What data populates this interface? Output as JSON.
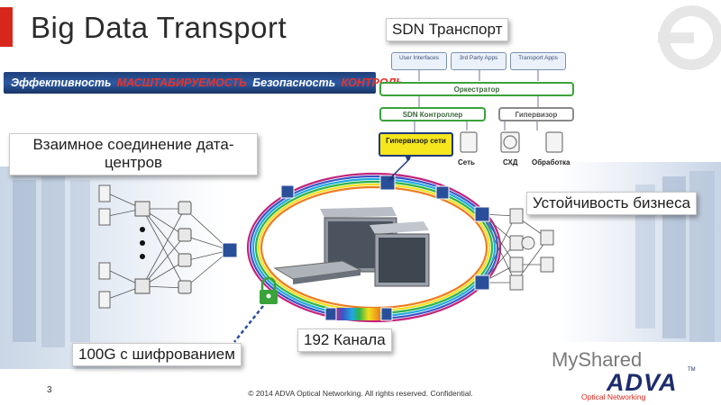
{
  "title": "Big Data Transport",
  "sdn_title": "SDN Транспорт",
  "banner": [
    {
      "text": "Эффективность",
      "color": "white"
    },
    {
      "text": "МАСШТАБИРУЕМОСТЬ",
      "color": "red"
    },
    {
      "text": "Безопасность",
      "color": "white"
    },
    {
      "text": "КОНТРОЛЬ",
      "color": "red"
    }
  ],
  "sdn": {
    "apps": [
      "User Interfaces",
      "3rd Party Apps",
      "Transport Apps"
    ],
    "orchestrator": "Оркестратор",
    "controller": "SDN Контроллер",
    "hypervisor": "Гипервизор",
    "net_hypervisor": "Гипервизор сети",
    "resources": [
      "Сеть",
      "СХД",
      "Обработка"
    ]
  },
  "callouts": {
    "datacenters": "Взаимное соединение дата-центров",
    "business": "Устойчивость бизнеса",
    "channels": "192 Канала",
    "encryption": "100G с шифрованием"
  },
  "footer": {
    "page": "3",
    "copyright": "© 2014 ADVA Optical Networking. All rights reserved. Confidential.",
    "watermark": "MyShared",
    "logo": "ADVA",
    "logo_sub": "Optical Networking",
    "tm": "TM"
  },
  "colors": {
    "accent_red": "#d9261c",
    "banner_blue": "#2d5aa3",
    "sdn_green": "#3aa33a",
    "logo_navy": "#1d2c6e"
  }
}
